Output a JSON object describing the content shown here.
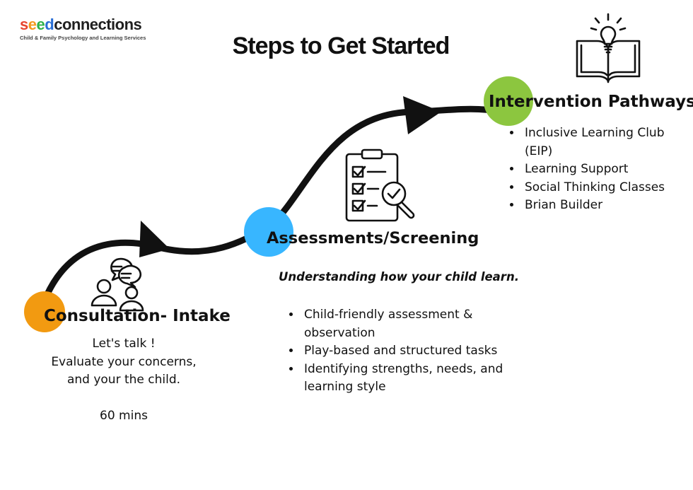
{
  "logo": {
    "letters": [
      {
        "ch": "s",
        "color": "#e7442f"
      },
      {
        "ch": "e",
        "color": "#f39a1e"
      },
      {
        "ch": "e",
        "color": "#2eb14a"
      },
      {
        "ch": "d",
        "color": "#2a6fd6"
      },
      {
        "ch": "connections",
        "color": "#1f1f1f"
      }
    ],
    "tagline": "Child & Family Psychology and Learning Services"
  },
  "title": "Steps to Get Started",
  "steps": [
    {
      "id": "consultation",
      "heading": "Consultation- Intake",
      "color": "#f29a11",
      "lines": [
        "Let's talk !",
        "Evaluate your concerns,",
        "and your the child."
      ],
      "duration": "60 mins",
      "icon": "people-chat-icon"
    },
    {
      "id": "assessment",
      "heading": "Assessments/Screening",
      "color": "#38b6ff",
      "subheading": "Understanding how your child learn.",
      "bullets": [
        "Child-friendly assessment & observation",
        "Play-based and structured tasks",
        "Identifying strengths, needs, and learning style"
      ],
      "icon": "checklist-magnifier-icon"
    },
    {
      "id": "intervention",
      "heading": "Intervention Pathways",
      "color": "#8cc63f",
      "bullets": [
        "Inclusive Learning Club (EIP)",
        "Learning Support",
        "Social Thinking Classes",
        "Brian Builder"
      ],
      "icon": "book-lightbulb-icon"
    }
  ]
}
